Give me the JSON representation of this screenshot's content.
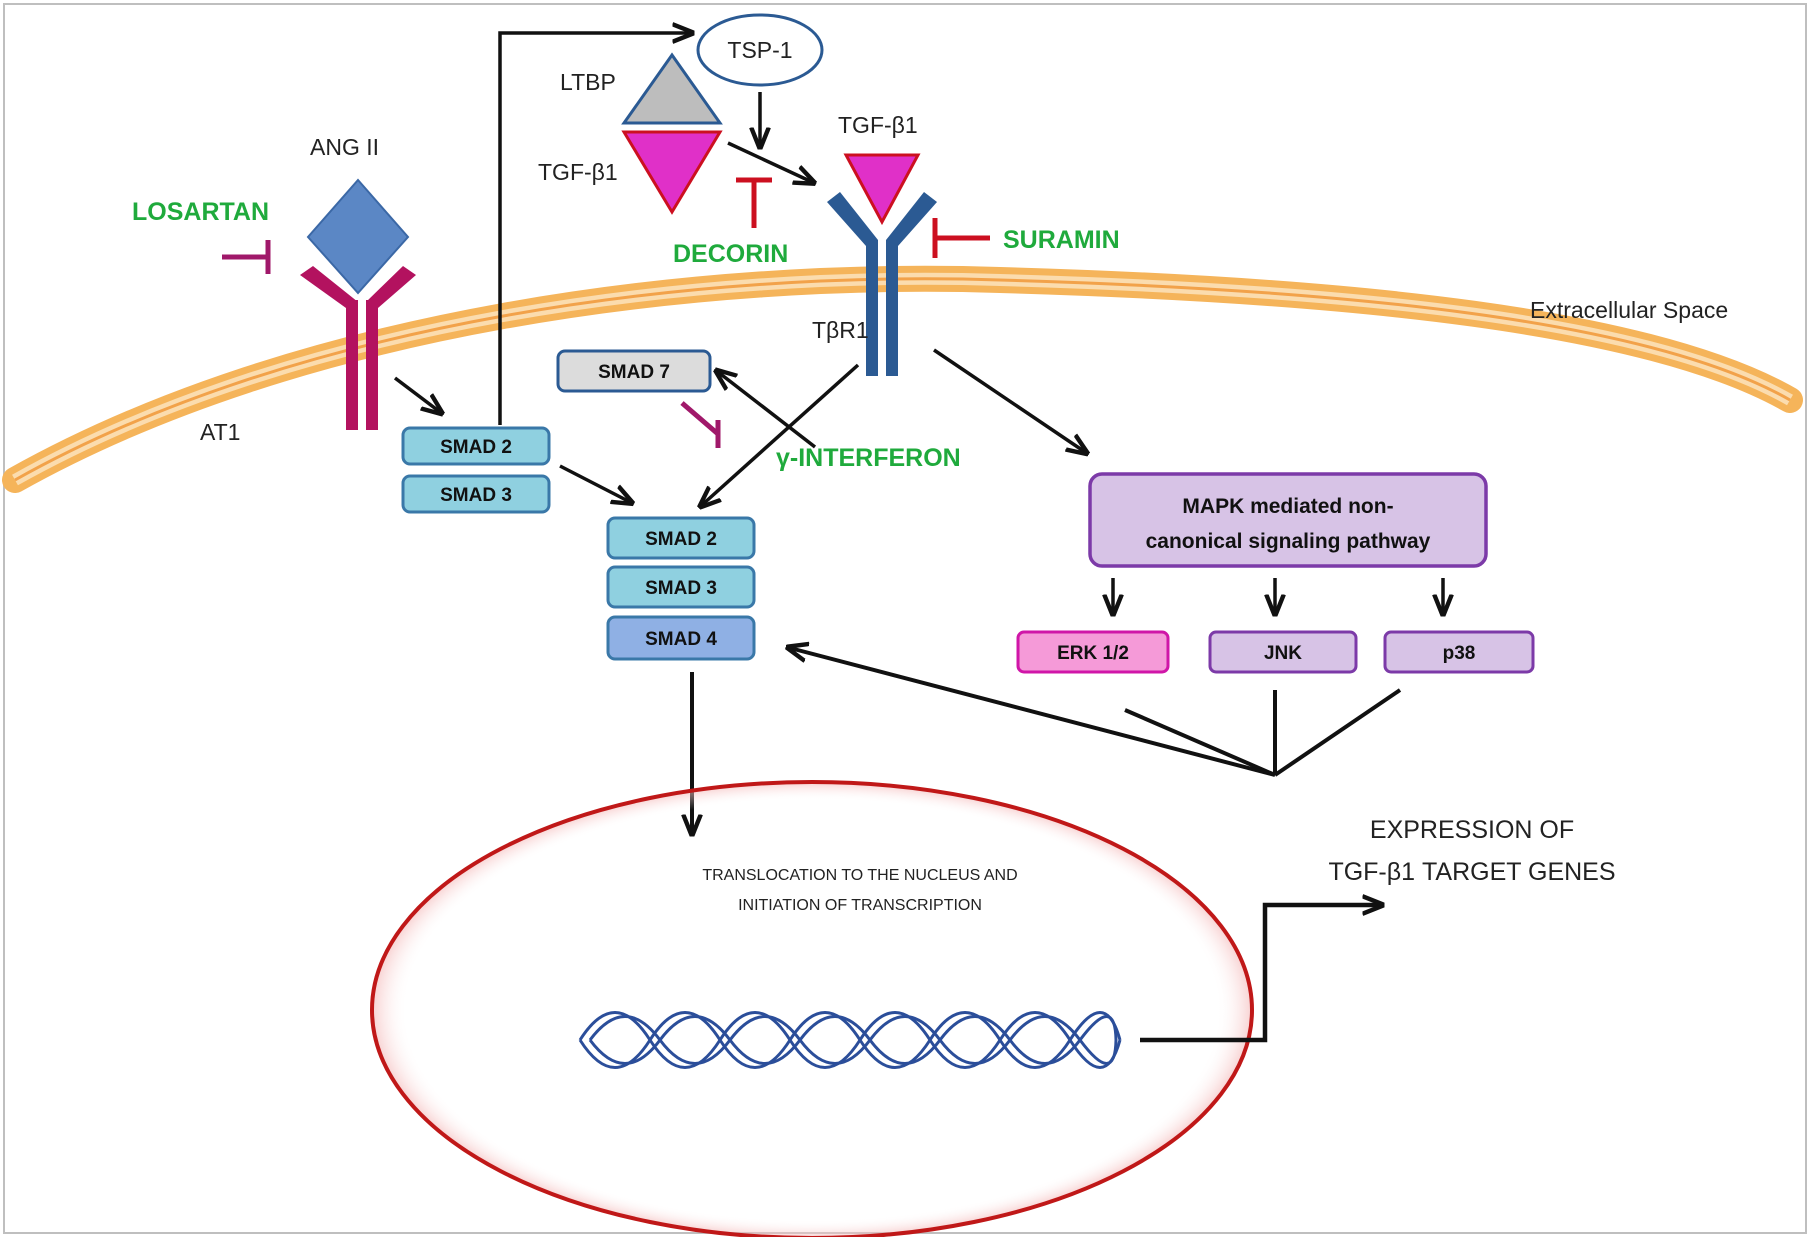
{
  "colors": {
    "inhibitor_text": "#1faa3c",
    "inhibitor_bar_red": "#cc1020",
    "inhibitor_bar_purple": "#a0186a",
    "receptor_at1": "#b3125f",
    "receptor_tbr1": "#2b5a93",
    "ligand_diamond": "#5b87c5",
    "tgf_triangle": "#e030c8",
    "ltbp_triangle": "#bdbdbd",
    "membrane": "#f5b45a",
    "smad_light": "#8fd0e0",
    "smad4_fill": "#8fb0e4",
    "smad7_fill": "#dcdcdc",
    "mapk_fill": "#d7c3e6",
    "mapk_stroke": "#7c3aa8",
    "erk_fill": "#f59ad8",
    "nucleus_stroke": "#c01818",
    "dna": "#2b4e9a"
  },
  "labels": {
    "ang2": "ANG II",
    "losartan": "LOSARTAN",
    "at1": "AT1",
    "ltbp": "LTBP",
    "tsp1": "TSP-1",
    "tgfb1_left": "TGF-β1",
    "tgfb1_right": "TGF-β1",
    "decorin": "DECORIN",
    "suramin": "SURAMIN",
    "tbr1": "TβR1",
    "extracellular": "Extracellular Space",
    "gamma_ifn": "γ-INTERFERON",
    "translocation_line1": "TRANSLOCATION TO THE NUCLEUS AND",
    "translocation_line2": "INITIATION OF TRANSCRIPTION",
    "expression_line1": "EXPRESSION OF",
    "expression_line2": "TGF-β1 TARGET GENES"
  },
  "boxes": {
    "smad7": "SMAD 7",
    "smad2_top": "SMAD 2",
    "smad3_top": "SMAD 3",
    "smad2_mid": "SMAD 2",
    "smad3_mid": "SMAD 3",
    "smad4_mid": "SMAD 4",
    "mapk_line1": "MAPK mediated non-",
    "mapk_line2": "canonical signaling pathway",
    "erk": "ERK 1/2",
    "jnk": "JNK",
    "p38": "p38"
  }
}
